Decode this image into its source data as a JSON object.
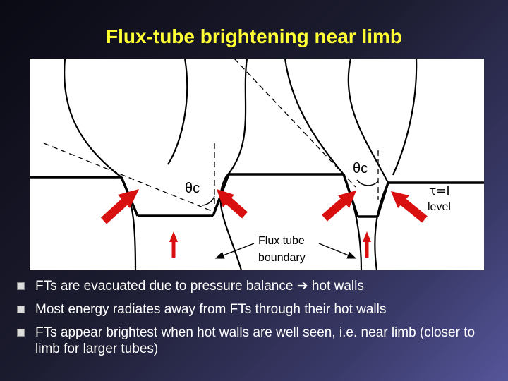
{
  "title": "Flux-tube brightening near limb",
  "diagram": {
    "label_theta_left": "θc",
    "label_theta_right": "θc",
    "label_tau": "τ=I",
    "label_level": "level",
    "label_flux_tube_line1": "Flux tube",
    "label_flux_tube_line2": "boundary",
    "colors": {
      "arrow": "#d81010",
      "line": "#000000",
      "background": "#ffffff"
    }
  },
  "bullets": [
    {
      "text_before": "FTs are evacuated due to pressure balance ",
      "arrow": "➔",
      "text_after": " hot walls"
    },
    {
      "text": "Most energy radiates away from FTs through their hot walls"
    },
    {
      "text": "FTs appear brightest when hot walls are well seen, i.e. near limb (closer to limb for larger tubes)"
    }
  ]
}
